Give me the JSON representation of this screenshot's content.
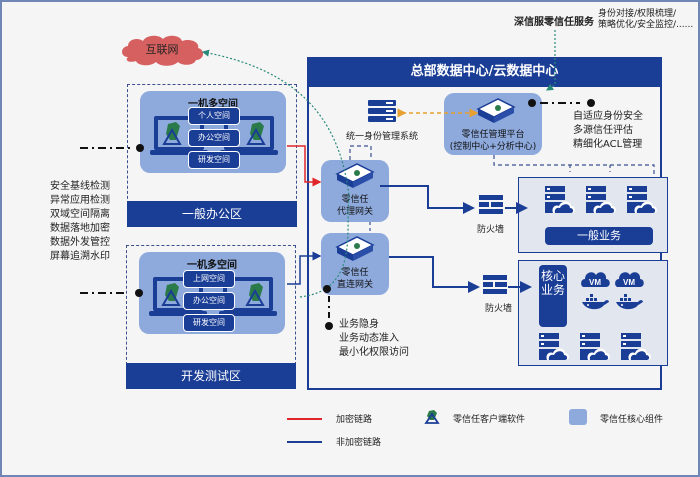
{
  "internet": {
    "label": "互联网"
  },
  "service": {
    "title": "深信服零信任服务",
    "details": [
      "身份对接/权限梳理/",
      "策略优化/安全监控/......"
    ]
  },
  "datacenter": {
    "title": "总部数据中心/云数据中心"
  },
  "zones": [
    {
      "name": "一般办公区",
      "multi_space_title": "一机多空间",
      "spaces": [
        "个人空间",
        "办公空间",
        "研发空间"
      ]
    },
    {
      "name": "开发测试区",
      "multi_space_title": "一机多空间",
      "spaces": [
        "上网空间",
        "办公空间",
        "研发空间"
      ]
    }
  ],
  "endpoint_features": [
    "安全基线检测",
    "异常应用检测",
    "双域空间隔离",
    "数据落地加密",
    "数据外发管控",
    "屏幕追溯水印"
  ],
  "components": {
    "identity_system": "统一身份管理系统",
    "mgmt_platform": [
      "零信任管理平台",
      "(控制中心+分析中心)"
    ],
    "proxy_gateway": [
      "零信任",
      "代理网关"
    ],
    "direct_gateway": [
      "零信任",
      "直连网关"
    ],
    "firewall": "防火墙"
  },
  "platform_features": [
    "自适应身份安全",
    "多源信任评估",
    "精细化ACL管理"
  ],
  "gateway_features": [
    "业务隐身",
    "业务动态准入",
    "最小化权限访问"
  ],
  "business": {
    "general": "一般业务",
    "core": "核心业务",
    "vm_label": "VM"
  },
  "legend": {
    "encrypted": {
      "label": "加密链路",
      "color": "#e0262a"
    },
    "unencrypted": {
      "label": "非加密链路",
      "color": "#1a3d96"
    },
    "client": {
      "label": "零信任客户端软件"
    },
    "core": {
      "label": "零信任核心组件",
      "color": "#8ea9dc"
    }
  }
}
